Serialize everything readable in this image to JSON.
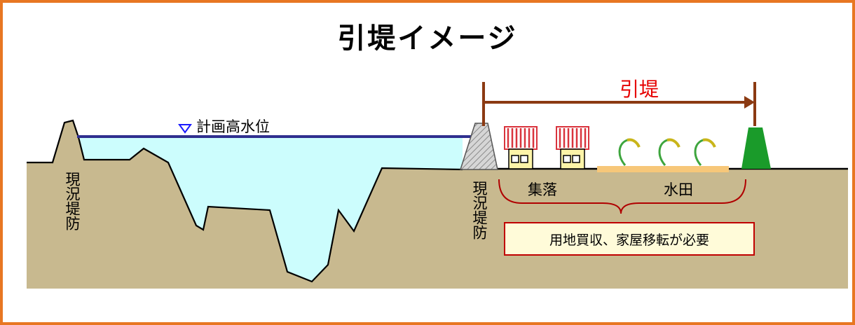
{
  "title": "引堤イメージ",
  "labels": {
    "planned_high_water": "計画高水位",
    "existing_levee_left": "現況堤防",
    "existing_levee_center": "現況堤防",
    "setback_levee": "引堤",
    "settlement": "集落",
    "paddy_field": "水田",
    "note": "用地買収、家屋移転が必要"
  },
  "colors": {
    "frame": "#e87722",
    "ground": "#c8b98f",
    "water": "#ccfdfd",
    "water_line": "#2f2f8f",
    "arrow": "#8b3a12",
    "setback_text": "#e60000",
    "new_levee": "#1a9b2a",
    "brace": "#b00000",
    "note_border": "#c00000",
    "note_fill": "#fffbd9",
    "paddy": "#f7c779",
    "house_roof": "#d9343d",
    "house_wall": "#fdf4a8"
  }
}
